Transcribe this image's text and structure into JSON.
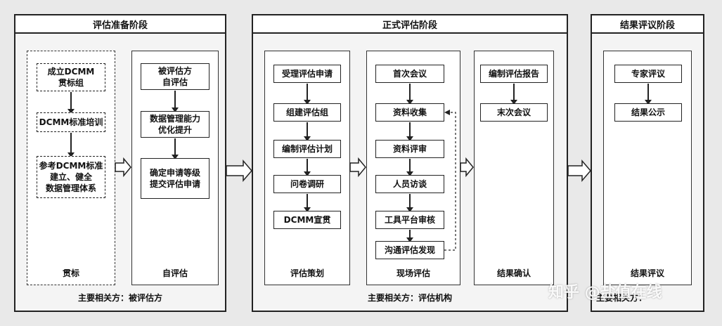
{
  "phases": {
    "prep": {
      "title": "评估准备阶段",
      "party": "主要相关方：被评估方"
    },
    "formal": {
      "title": "正式评估阶段",
      "party": "主要相关方：评估机构"
    },
    "result": {
      "title": "结果评议阶段",
      "party": "主要相关方："
    }
  },
  "sections": {
    "guanbiao": {
      "label": "贯标",
      "steps": [
        "成立DCMM\n贯标组",
        "DCMM标准培训",
        "参考DCMM标准\n建立、健全\n数据管理体系"
      ]
    },
    "self_eval": {
      "label": "自评估",
      "steps": [
        "被评估方\n自评估",
        "数据管理能力\n优化提升",
        "确定申请等级\n提交评估申请"
      ]
    },
    "planning": {
      "label": "评估策划",
      "steps": [
        "受理评估申请",
        "组建评估组",
        "编制评估计划",
        "问卷调研",
        "DCMM宣贯"
      ]
    },
    "onsite": {
      "label": "现场评估",
      "steps": [
        "首次会议",
        "资料收集",
        "资料评审",
        "人员访谈",
        "工具平台审核",
        "沟通评估发现"
      ]
    },
    "confirm": {
      "label": "结果确认",
      "steps": [
        "编制评估报告",
        "末次会议"
      ]
    },
    "review": {
      "label": "结果评议",
      "steps": [
        "专家评议",
        "结果公示"
      ]
    }
  },
  "watermark": "知乎 @盐值在线"
}
